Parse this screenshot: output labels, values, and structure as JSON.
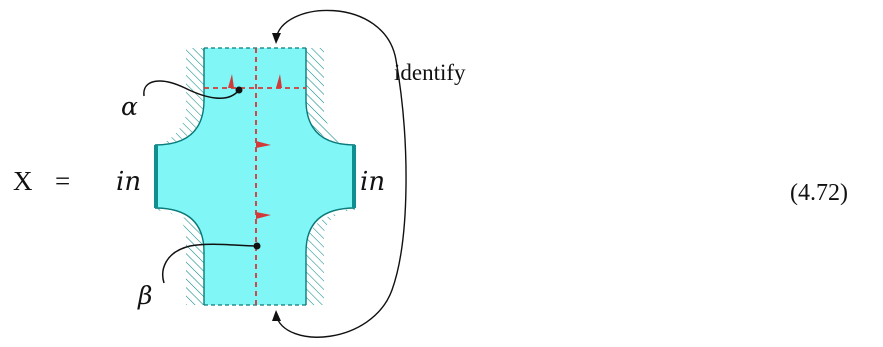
{
  "equation": {
    "lhs": "X",
    "eq": "=",
    "number": "(4.72)"
  },
  "labels": {
    "left_boundary": "in",
    "right_boundary": "in",
    "alpha": "α",
    "beta": "β",
    "identify": "identify"
  },
  "colors": {
    "region_fill": "#80f6f6",
    "region_stroke": "#0a7a7a",
    "in_boundary": "#0f8f8f",
    "hatch": "#0a8a8a",
    "defect_line": "#d23a3a",
    "arrow_mark": "#d23a3a",
    "ink": "#111111"
  }
}
